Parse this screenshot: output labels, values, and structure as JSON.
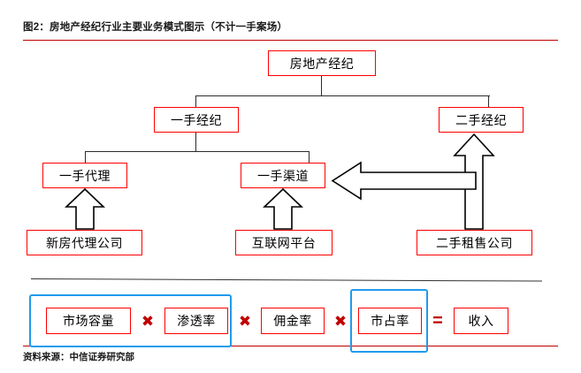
{
  "figure": {
    "title": "图2：房地产经纪行业主要业务模式图示（不计一手案场）",
    "source": "资料来源：中信证券研究部",
    "accent_rule_color": "#c00000",
    "node_border_color": "#ff0000",
    "group_highlight_color": "#1f9bed",
    "operator_color": "#c00000"
  },
  "diagram": {
    "nodes": [
      {
        "id": "root",
        "label": "房地产经纪"
      },
      {
        "id": "primary-broker",
        "label": "一手经纪"
      },
      {
        "id": "secondary-broker",
        "label": "二手经纪"
      },
      {
        "id": "primary-agency",
        "label": "一手代理"
      },
      {
        "id": "primary-channel",
        "label": "一手渠道"
      },
      {
        "id": "new-home-agent",
        "label": "新房代理公司"
      },
      {
        "id": "internet-platform",
        "label": "互联网平台"
      },
      {
        "id": "secondhand-firm",
        "label": "二手租售公司"
      }
    ],
    "arrow_labels": {
      "new-home-agent-up": "新房代理公司 向上指向 一手代理",
      "internet-platform-up": "互联网平台 向上指向 一手渠道",
      "secondhand-up": "二手租售公司 向上指向 二手经纪",
      "secondhand-left": "二手租售公司 向左指向 一手渠道"
    }
  },
  "formula": {
    "terms": [
      {
        "id": "market-capacity",
        "label": "市场容量"
      },
      {
        "id": "penetration-rate",
        "label": "渗透率"
      },
      {
        "id": "commission-rate",
        "label": "佣金率"
      },
      {
        "id": "market-share",
        "label": "市占率"
      },
      {
        "id": "revenue",
        "label": "收入"
      }
    ],
    "operators": {
      "multiply": "✖",
      "equals": "="
    },
    "highlight_groups": [
      {
        "id": "group-capacity-penetration",
        "covers": "市场容量 ✖ 渗透率"
      },
      {
        "id": "group-market-share",
        "covers": "市占率"
      }
    ]
  }
}
